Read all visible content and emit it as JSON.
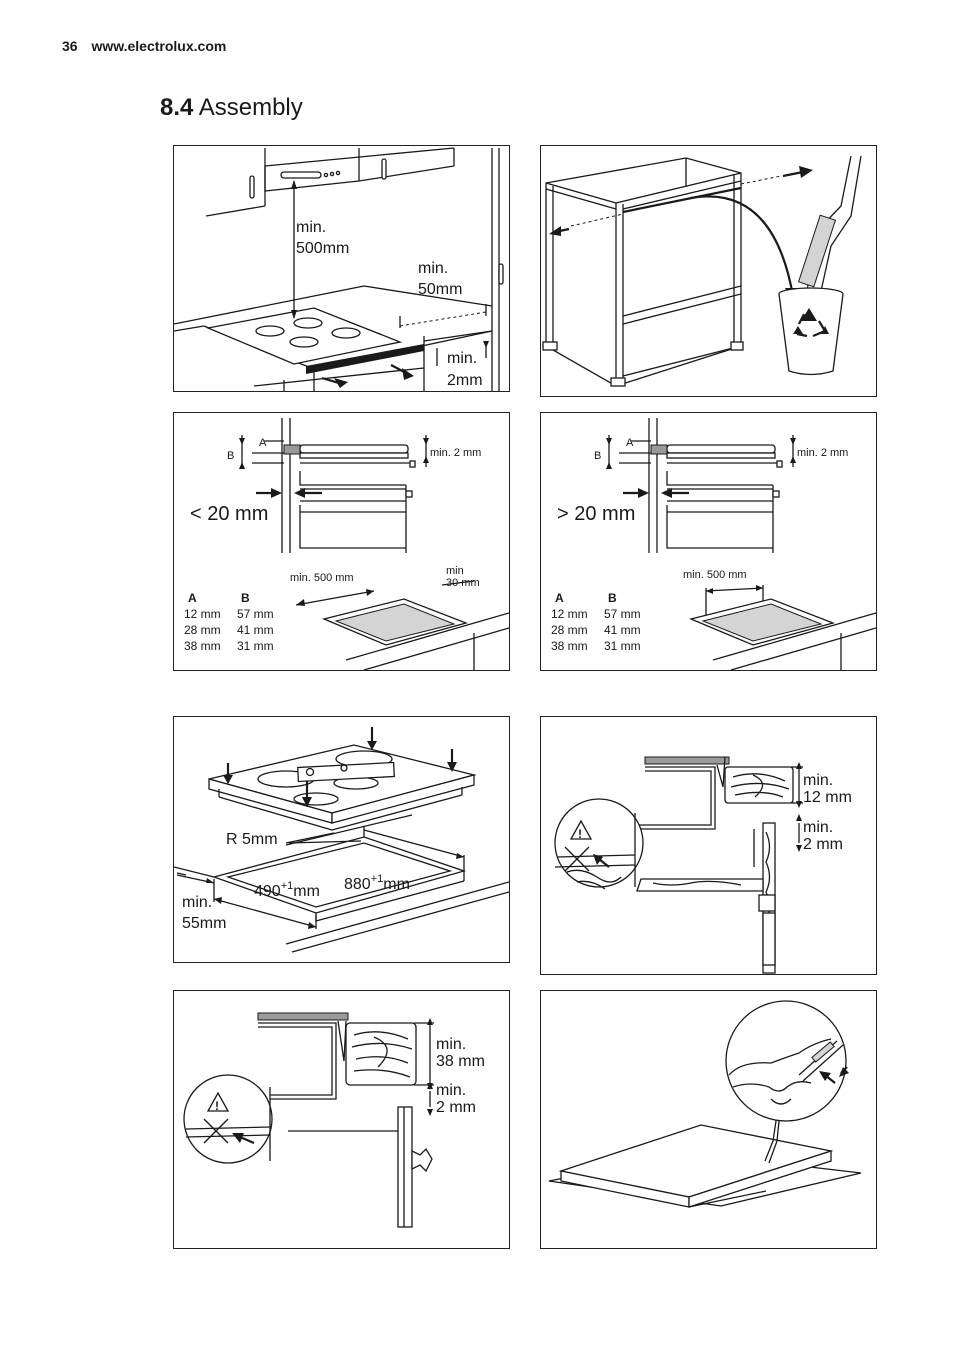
{
  "header": {
    "page_number": "36",
    "website": "www.electrolux.com"
  },
  "section": {
    "number": "8.4",
    "title": "Assembly"
  },
  "panel1": {
    "min_label": "min.",
    "hood_dist": "500mm",
    "wall_dist": "50mm",
    "gap_dist": "2mm"
  },
  "panel3": {
    "label_a": "A",
    "label_b": "B",
    "gap": "min. 2 mm",
    "distance": "< 20 mm",
    "depth": "min. 500 mm",
    "min_word": "min",
    "side": "30 mm",
    "table": {
      "col_a": "A",
      "col_b": "B",
      "rows": [
        [
          "12 mm",
          "57 mm"
        ],
        [
          "28 mm",
          "41 mm"
        ],
        [
          "38 mm",
          "31 mm"
        ]
      ]
    }
  },
  "panel4": {
    "label_a": "A",
    "label_b": "B",
    "gap": "min. 2 mm",
    "distance": "> 20 mm",
    "depth": "min. 500 mm",
    "table": {
      "col_a": "A",
      "col_b": "B",
      "rows": [
        [
          "12 mm",
          "57 mm"
        ],
        [
          "28 mm",
          "41 mm"
        ],
        [
          "38 mm",
          "31 mm"
        ]
      ]
    }
  },
  "panel5": {
    "radius": "R 5mm",
    "depth_val": "490",
    "width_val": "880",
    "tolerance": "+1",
    "unit": "mm",
    "min_word": "min.",
    "front": "55mm"
  },
  "panel6": {
    "min_word": "min.",
    "thickness": "12 mm",
    "gap": "2 mm",
    "warning_glyph": "!"
  },
  "panel7": {
    "min_word": "min.",
    "thickness": "38 mm",
    "gap": "2 mm",
    "warning_glyph": "!"
  },
  "icons": {
    "recycle": "recycle-icon",
    "warning": "warning-triangle-icon",
    "cross": "cross-icon"
  }
}
